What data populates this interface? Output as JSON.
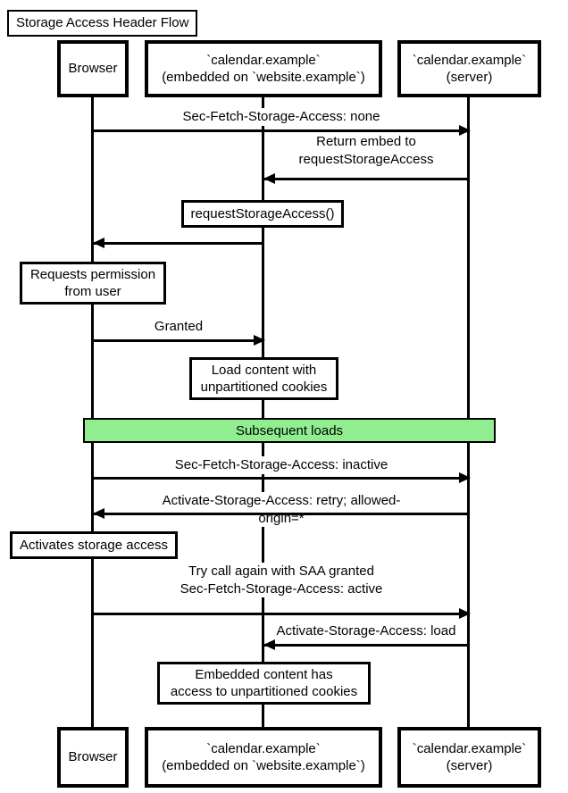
{
  "title": "Storage Access Header Flow",
  "participants": [
    {
      "name": "browser",
      "label": "Browser"
    },
    {
      "name": "calendar-embedded",
      "label": "`calendar.example`\n(embedded on `website.example`)"
    },
    {
      "name": "calendar-server",
      "label": "`calendar.example`\n(server)"
    }
  ],
  "messages": [
    {
      "from": "browser",
      "to": "calendar-server",
      "label": "Sec-Fetch-Storage-Access: none"
    },
    {
      "from": "calendar-server",
      "to": "calendar-embedded",
      "label": "Return embed to\nrequestStorageAccess"
    },
    {
      "from": "calendar-embedded",
      "to": "browser",
      "label": ""
    },
    {
      "from": "browser",
      "to": "calendar-embedded",
      "label": "Granted"
    },
    {
      "from": "browser",
      "to": "calendar-server",
      "label": "Sec-Fetch-Storage-Access: inactive"
    },
    {
      "from": "calendar-server",
      "to": "browser",
      "label": "Activate-Storage-Access: retry; allowed-origin=*"
    },
    {
      "from": "browser",
      "to": "calendar-server",
      "label": "Try call again with SAA granted\nSec-Fetch-Storage-Access: active"
    },
    {
      "from": "calendar-server",
      "to": "calendar-embedded",
      "label": "Activate-Storage-Access: load"
    }
  ],
  "notes": [
    {
      "over": "calendar-embedded",
      "label": "requestStorageAccess()"
    },
    {
      "over": "browser",
      "label": "Requests permission\nfrom user"
    },
    {
      "over": "calendar-embedded",
      "label": "Load content with\nunpartitioned cookies"
    },
    {
      "over": "browser",
      "label": "Activates storage access"
    },
    {
      "over": "calendar-embedded",
      "label": "Embedded content has\naccess to unpartitioned cookies"
    }
  ],
  "divider": {
    "label": "Subsequent loads",
    "fill": "#90EE90"
  },
  "colors": {
    "line": "#000000",
    "box_fill": "#ffffff",
    "divider_fill": "#90EE90",
    "background": "#ffffff"
  }
}
